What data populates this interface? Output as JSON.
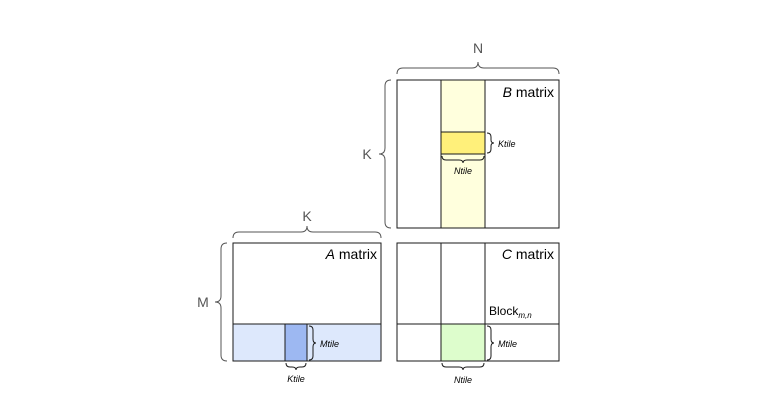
{
  "labels": {
    "n_top": "N",
    "k_left": "K",
    "k_top": "K",
    "m_left": "M"
  },
  "matrices": {
    "b": {
      "letter": "B",
      "word": " matrix"
    },
    "a": {
      "letter": "A",
      "word": " matrix"
    },
    "c": {
      "letter": "C",
      "word": " matrix"
    }
  },
  "tiles": {
    "b_ktile": "Ktile",
    "b_ntile": "Ntile",
    "a_mtile": "Mtile",
    "a_ktile": "Ktile",
    "c_mtile": "Mtile",
    "c_ntile": "Ntile"
  },
  "block": {
    "base": "Block",
    "subscript": "m,n"
  },
  "colors": {
    "b_column": "#ffffdd",
    "b_tile": "#fff07a",
    "a_row": "#dde8fc",
    "a_tile": "#9db8f2",
    "c_tile": "#ddfdcc"
  }
}
